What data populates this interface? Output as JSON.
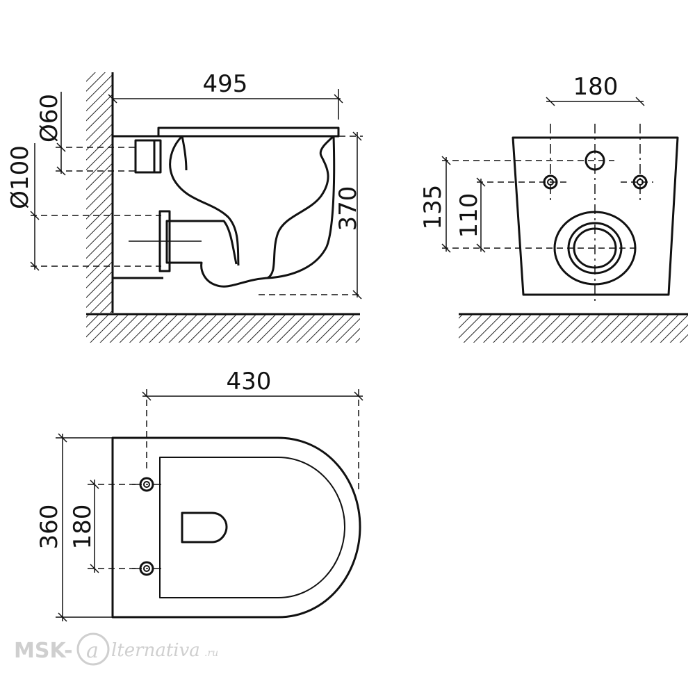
{
  "side_view": {
    "width_label": "495",
    "height_label": "370",
    "inlet_diameter_label": "Ø60",
    "outlet_diameter_label": "Ø100"
  },
  "rear_view": {
    "bolt_spacing_label": "180",
    "inlet_height_label": "135",
    "bolt_height_label": "110"
  },
  "top_view": {
    "length_label": "430",
    "width_label": "360",
    "bolt_spacing_label": "180"
  },
  "watermark": {
    "brand": "MSK-",
    "script": "lternativa",
    "suffix": ".ru"
  }
}
